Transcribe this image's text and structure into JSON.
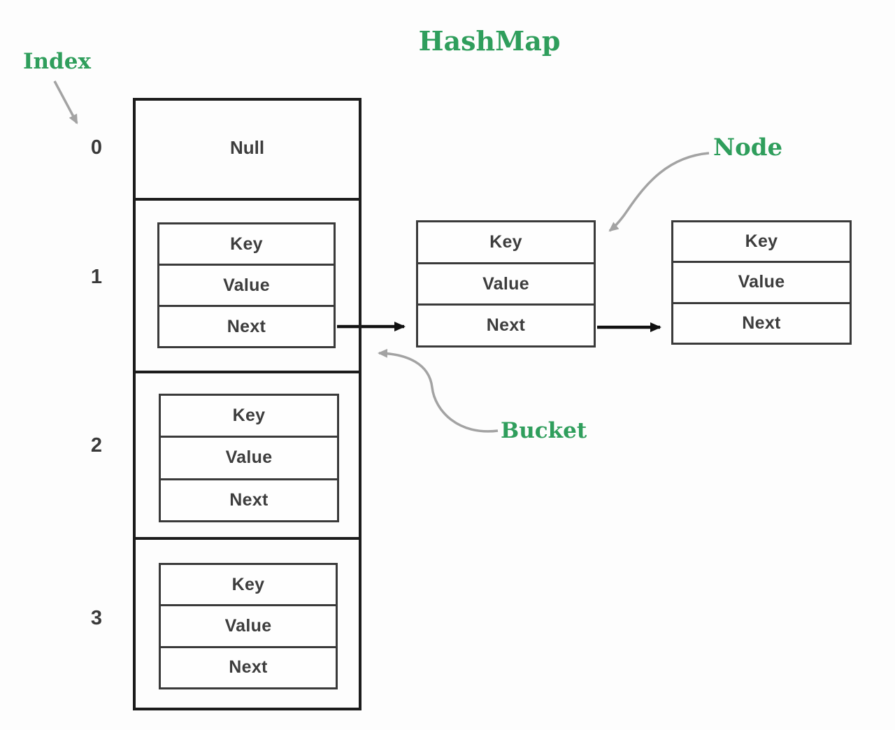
{
  "title": "HashMap",
  "labels": {
    "index": "Index",
    "node": "Node",
    "bucket": "Bucket"
  },
  "colors": {
    "accent_green": "#2f9e5c",
    "box_border": "#1c1c1c",
    "cell_text": "#3d3d3d",
    "annotation_arrow_gray": "#a3a3a3",
    "pointer_arrow_black": "#111111"
  },
  "buckets": [
    {
      "index": "0",
      "type": "empty",
      "content": "Null"
    },
    {
      "index": "1",
      "type": "node",
      "cells": [
        "Key",
        "Value",
        "Next"
      ]
    },
    {
      "index": "2",
      "type": "node",
      "cells": [
        "Key",
        "Value",
        "Next"
      ]
    },
    {
      "index": "3",
      "type": "node",
      "cells": [
        "Key",
        "Value",
        "Next"
      ]
    }
  ],
  "chain": [
    {
      "cells": [
        "Key",
        "Value",
        "Next"
      ]
    },
    {
      "cells": [
        "Key",
        "Value",
        "Next"
      ]
    }
  ]
}
